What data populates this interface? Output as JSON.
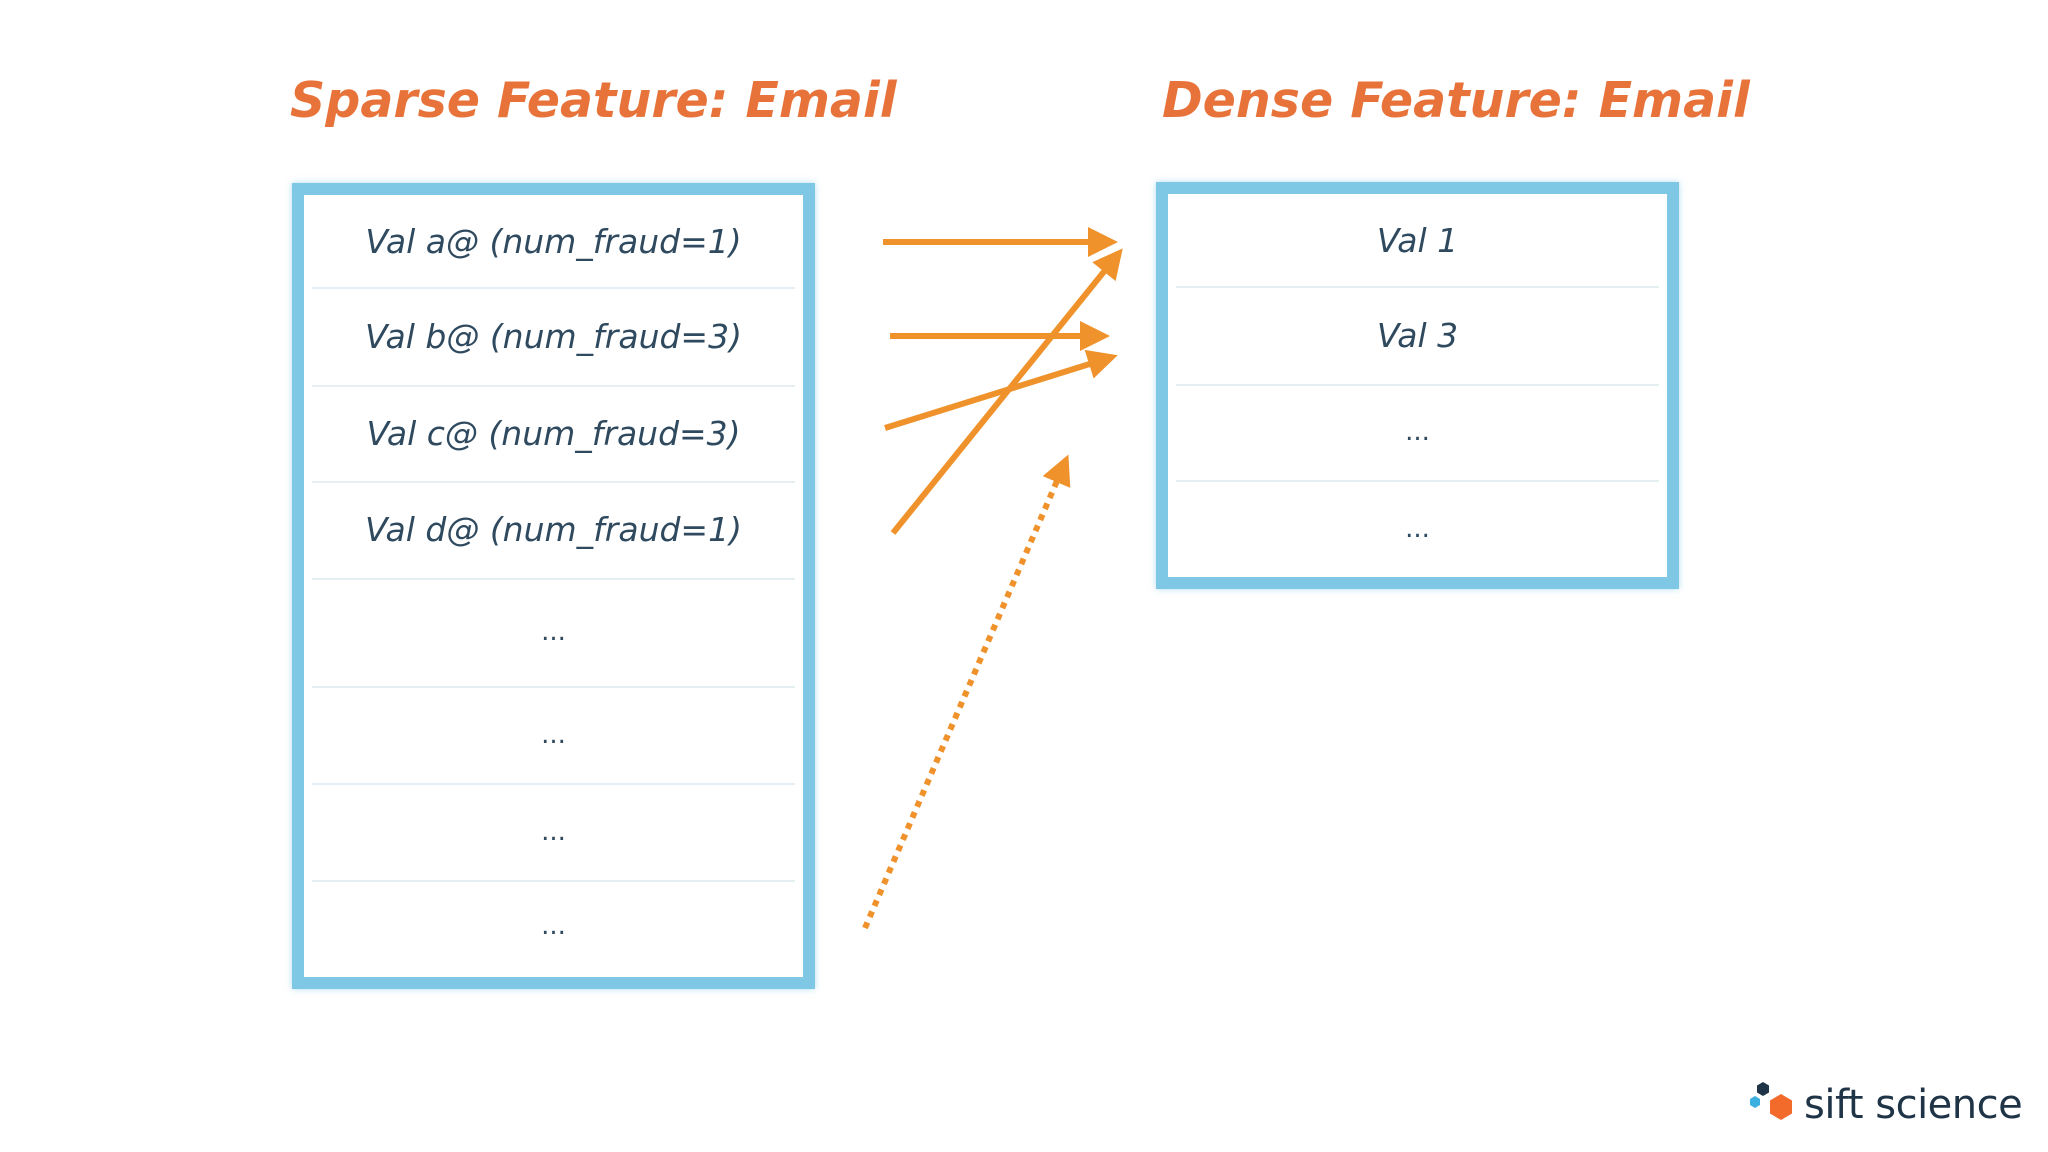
{
  "titles": {
    "sparse": "Sparse Feature: Email",
    "dense": "Dense Feature: Email"
  },
  "sparse_rows": [
    "Val a@ (num_fraud=1)",
    "Val b@ (num_fraud=3)",
    "Val c@ (num_fraud=3)",
    "Val d@ (num_fraud=1)",
    "...",
    "...",
    "...",
    "..."
  ],
  "dense_rows": [
    "Val 1",
    "Val 3",
    "...",
    "..."
  ],
  "mappings": [
    {
      "from": "Val a@ (num_fraud=1)",
      "to": "Val 1",
      "style": "solid"
    },
    {
      "from": "Val b@ (num_fraud=3)",
      "to": "Val 3",
      "style": "solid"
    },
    {
      "from": "Val c@ (num_fraud=3)",
      "to": "Val 3",
      "style": "solid"
    },
    {
      "from": "Val d@ (num_fraud=1)",
      "to": "Val 1",
      "style": "solid"
    },
    {
      "from": "...",
      "to": "...",
      "style": "dotted"
    }
  ],
  "logo": {
    "text": "sift science",
    "icon": "sift-science-hexagon-logo-icon"
  },
  "colors": {
    "title": "#e8733a",
    "arrow": "#f0922b",
    "box_border": "#7ec8e6",
    "row_text": "#2f4a5f",
    "logo_orange": "#f26b2a",
    "logo_blue": "#3bb0e0",
    "logo_navy": "#1f3446"
  }
}
